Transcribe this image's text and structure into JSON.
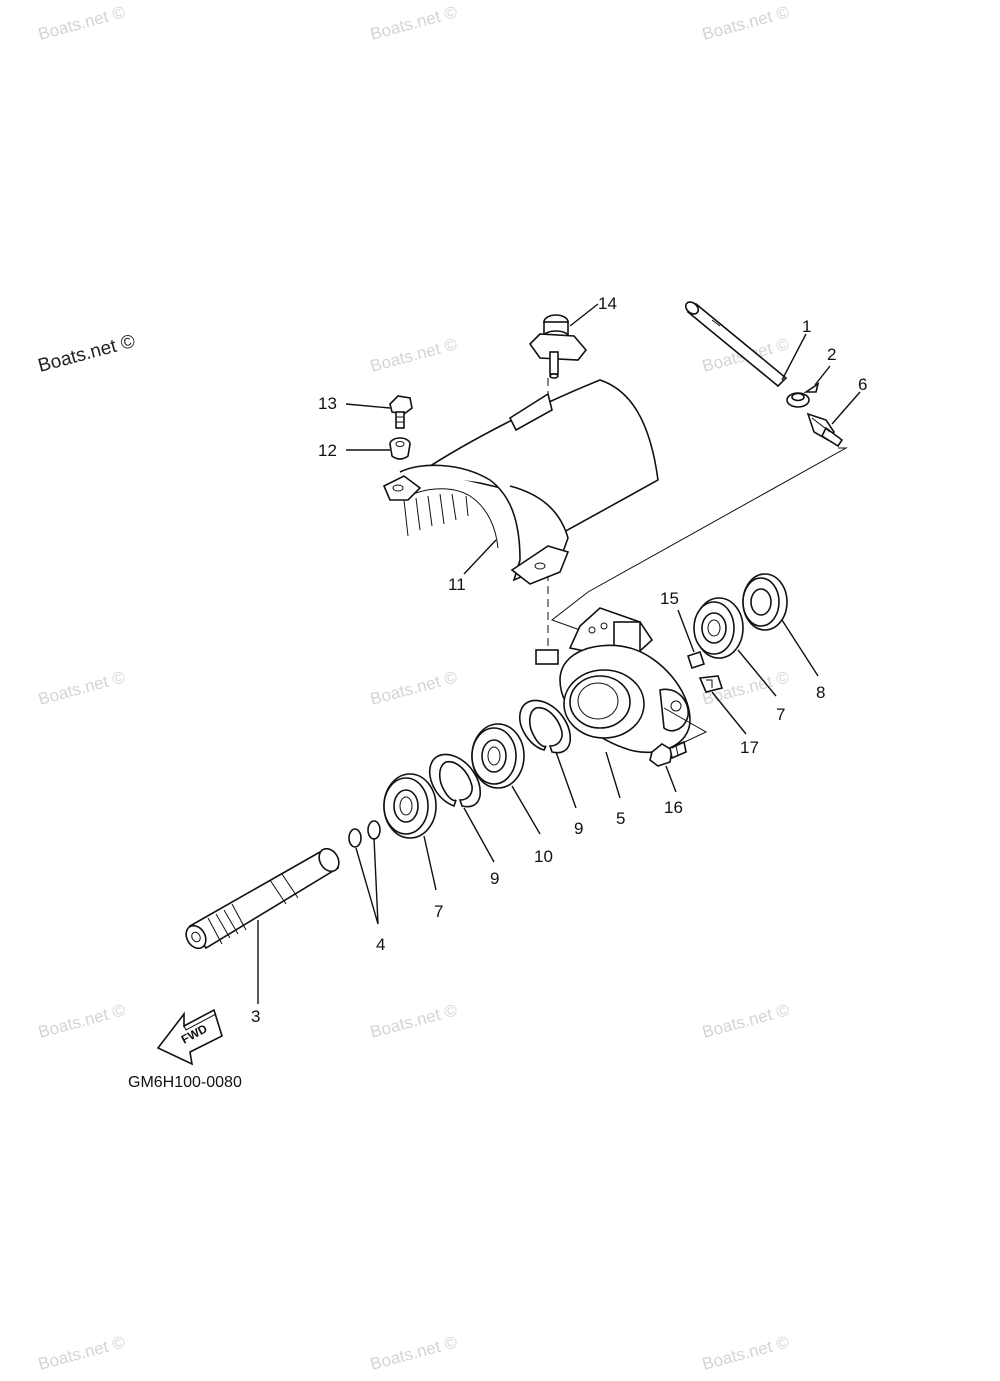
{
  "diagram": {
    "watermark_text": "Boats.net ©",
    "drawing_code": "GM6H100-0080",
    "fwd_label": "FWD",
    "callouts": {
      "c1": "1",
      "c2": "2",
      "c3": "3",
      "c4": "4",
      "c5": "5",
      "c6": "6",
      "c7a": "7",
      "c7b": "7",
      "c8": "8",
      "c9a": "9",
      "c9b": "9",
      "c10": "10",
      "c11": "11",
      "c12": "12",
      "c13": "13",
      "c14": "14",
      "c15": "15",
      "c16": "16",
      "c17": "17"
    }
  }
}
